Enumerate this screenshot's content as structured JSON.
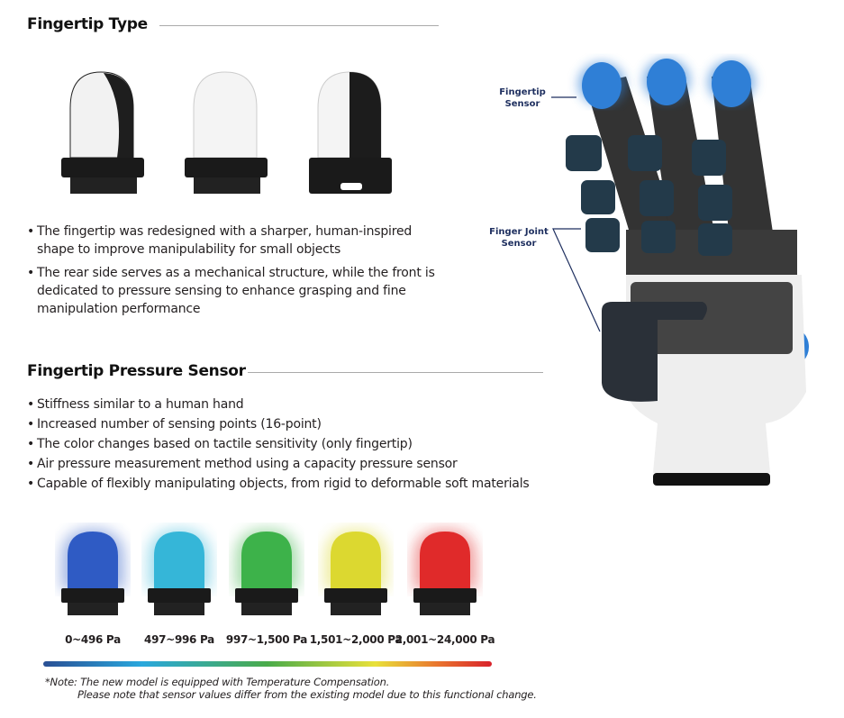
{
  "section1": {
    "title": "Fingertip Type",
    "bullets": [
      "The fingertip was redesigned with a sharper, human-inspired shape to improve  manipulability for small objects",
      "The rear side serves as a mechanical structure, while the front is dedicated to pressure sensing to enhance grasping and fine manipulation performance"
    ]
  },
  "section2": {
    "title": "Fingertip Pressure Sensor",
    "bullets": [
      "Stiffness similar to a human hand",
      "Increased number of sensing points (16-point)",
      "The color changes based on tactile sensitivity (only fingertip)",
      "Air pressure measurement method using a capacity pressure sensor",
      "Capable of flexibly manipulating objects, from rigid to deformable soft materials"
    ]
  },
  "pressure_levels": [
    {
      "label": "0~496 Pa",
      "color": "#2f5bc4"
    },
    {
      "label": "497~996 Pa",
      "color": "#35b6d8"
    },
    {
      "label": "997~1,500 Pa",
      "color": "#3db24a"
    },
    {
      "label": "1,501~2,000 Pa",
      "color": "#dcd830"
    },
    {
      "label": "2,001~24,000 Pa",
      "color": "#e02a2a"
    }
  ],
  "note": {
    "line1": "*Note: The new model is equipped with Temperature Compensation.",
    "line2": "Please note that sensor values differ from the existing model due to this functional change."
  },
  "hand": {
    "fingertip_label": "Fingertip Sensor",
    "joint_label": "Finger Joint Sensor",
    "sensor_color": "#2f7fd6"
  }
}
